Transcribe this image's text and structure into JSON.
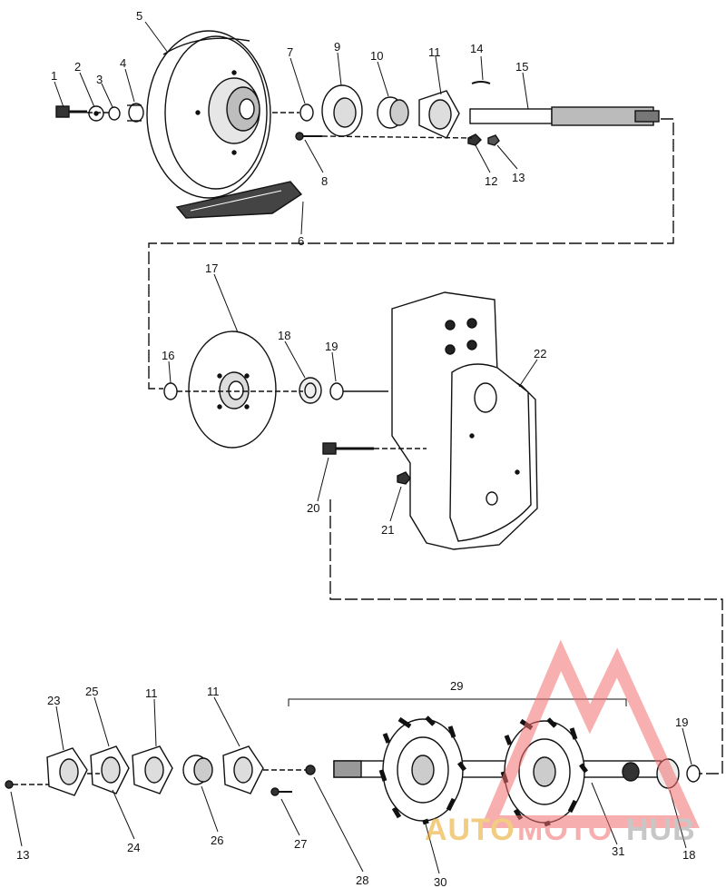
{
  "callouts": {
    "c1": "1",
    "c2": "2",
    "c3": "3",
    "c4": "4",
    "c5": "5",
    "c6": "6",
    "c7": "7",
    "c8": "8",
    "c9": "9",
    "c10": "10",
    "c11_top": "11",
    "c12": "12",
    "c13_top": "13",
    "c14": "14",
    "c15": "15",
    "c16": "16",
    "c17": "17",
    "c18_mid": "18",
    "c19_mid": "19",
    "c20": "20",
    "c21": "21",
    "c22": "22",
    "c23": "23",
    "c24": "24",
    "c25": "25",
    "c26": "26",
    "c27": "27",
    "c28": "28",
    "c29": "29",
    "c30": "30",
    "c31": "31",
    "c11_bot_a": "11",
    "c11_bot_b": "11",
    "c13_bot": "13",
    "c18_bot": "18",
    "c19_bot": "19"
  },
  "watermark": {
    "part1": "AUTO",
    "part2": "MOTO",
    "part3": "HUB",
    "color_primary": "#e8a41c",
    "color_secondary": "#f26d6d",
    "color_tertiary": "#9a9a9a"
  }
}
